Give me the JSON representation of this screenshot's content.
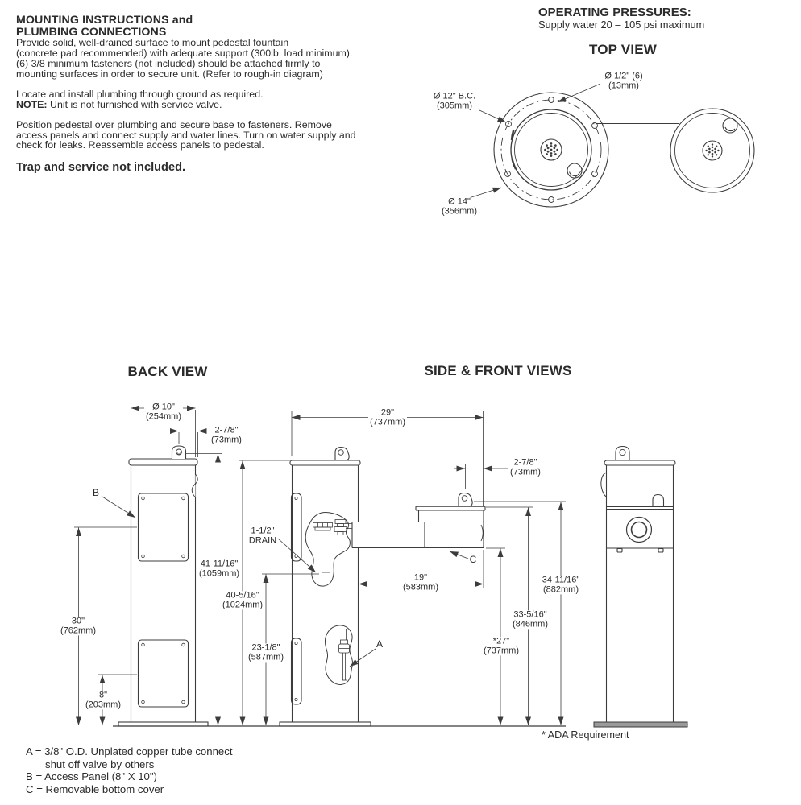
{
  "instructions": {
    "heading1": "MOUNTING INSTRUCTIONS and",
    "heading2": "PLUMBING CONNECTIONS",
    "p1": [
      "Provide solid, well-drained surface to mount pedestal fountain",
      "(concrete pad recommended) with adequate support (300lb. load minimum).",
      "(6) 3/8 minimum fasteners (not included) should be attached firmly to",
      "mounting surfaces in order to secure unit. (Refer to rough-in diagram)"
    ],
    "p2": "Locate and install plumbing through ground as required.",
    "note_label": "NOTE:",
    "note_text": " Unit is not furnished with service valve.",
    "p3": [
      "Position pedestal over plumbing and secure base to fasteners. Remove",
      "access panels and connect supply and water lines. Turn on water supply and",
      "check for leaks. Reassemble access panels to pedestal."
    ],
    "trap": "Trap and service not included."
  },
  "operating": {
    "title": "OPERATING PRESSURES:",
    "subtitle": "Supply water 20 – 105 psi maximum"
  },
  "titles": {
    "top": "TOP VIEW",
    "back": "BACK VIEW",
    "side_front": "SIDE & FRONT VIEWS"
  },
  "top_view": {
    "hole_in": "Ø 1/2\" (6)",
    "hole_mm": "(13mm)",
    "bc_in": "Ø 12\" B.C.",
    "bc_mm": "(305mm)",
    "outer_in": "Ø 14\"",
    "outer_mm": "(356mm)"
  },
  "back_view": {
    "d10_in": "Ø 10\"",
    "d10_mm": "(254mm)",
    "d278_in": "2-7/8\"",
    "d278_mm": "(73mm)",
    "d41_in": "41-11/16\"",
    "d41_mm": "(1059mm)",
    "d40_in": "40-5/16\"",
    "d40_mm": "(1024mm)",
    "d23_in": "23-1/8\"",
    "d23_mm": "(587mm)",
    "d30_in": "30\"",
    "d30_mm": "(762mm)",
    "d8_in": "8\"",
    "d8_mm": "(203mm)",
    "drain_l1": "1-1/2\"",
    "drain_l2": "DRAIN",
    "ref_b": "B"
  },
  "side_view": {
    "d29_in": "29\"",
    "d29_mm": "(737mm)",
    "d278_in": "2-7/8\"",
    "d278_mm": "(73mm)",
    "d19_in": "19\"",
    "d19_mm": "(583mm)",
    "d27_in": "*27\"",
    "d27_mm": "(737mm)",
    "d33_in": "33-5/16\"",
    "d33_mm": "(846mm)",
    "d34_in": "34-11/16\"",
    "d34_mm": "(882mm)",
    "ref_a": "A",
    "ref_c": "C",
    "ada_note": "* ADA Requirement"
  },
  "legend": {
    "line1": "A = 3/8\" O.D. Unplated copper tube connect",
    "line2": "shut off valve by others",
    "line3": "B = Access Panel (8\" X 10\")",
    "line4": "C = Removable bottom cover"
  }
}
